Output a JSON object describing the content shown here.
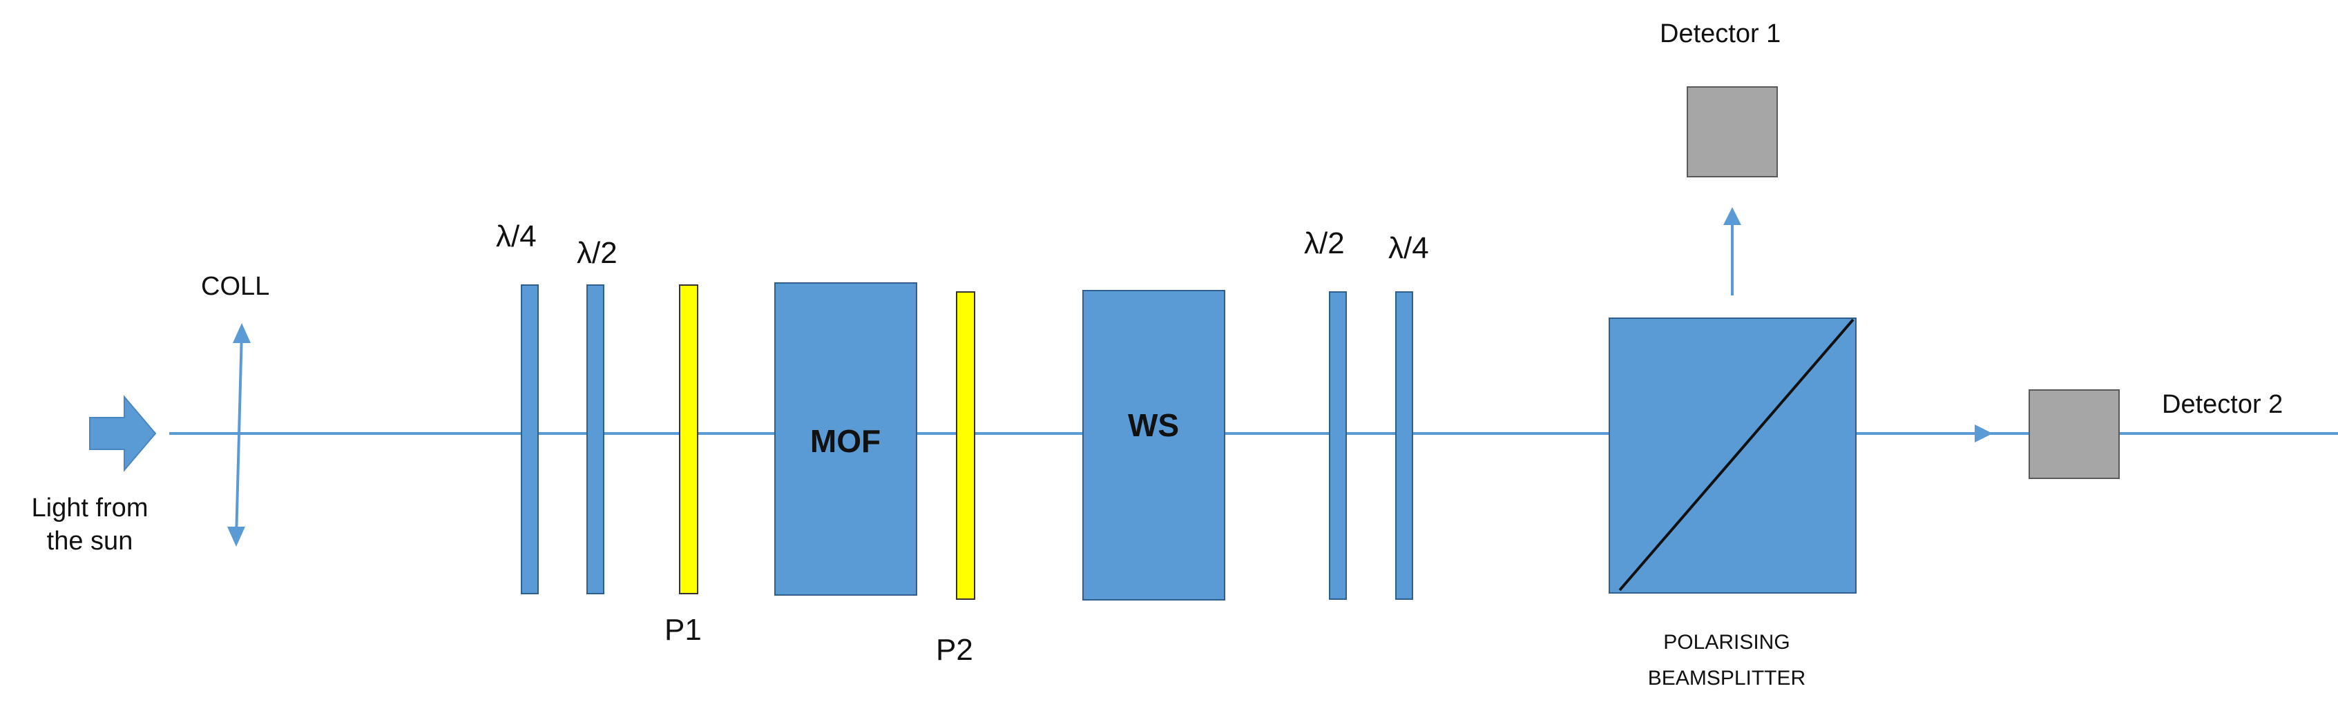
{
  "labels": {
    "light_source_line1": "Light from",
    "light_source_line2": "the sun",
    "collimator": "COLL",
    "qwp_in": "λ/4",
    "hwp_in": "λ/2",
    "polarizer_1": "P1",
    "mof": "MOF",
    "polarizer_2": "P2",
    "ws": "WS",
    "hwp_out": "λ/2",
    "qwp_out": "λ/4",
    "beamsplitter_line1": "POLARISING",
    "beamsplitter_line2": "BEAMSPLITTER",
    "detector_1": "Detector 1",
    "detector_2": "Detector 2"
  },
  "colors": {
    "beam": "#5b9bd5",
    "optic_fill": "#5b9bd5",
    "optic_stroke": "#2e5f8f",
    "polarizer_fill": "#ffff00",
    "detector_fill": "#a6a6a6",
    "detector_stroke": "#595959",
    "text": "#111111"
  }
}
